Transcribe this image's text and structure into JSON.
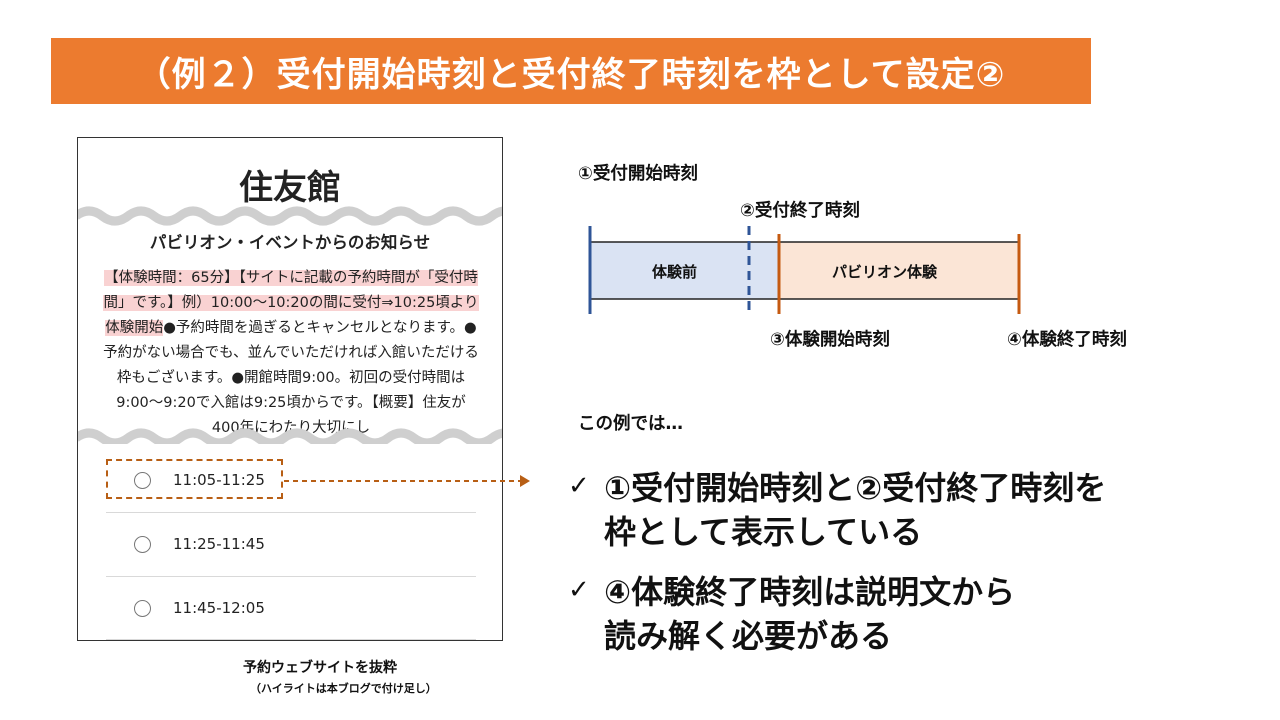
{
  "banner": {
    "title": "（例２）受付開始時刻と受付終了時刻を枠として設定②"
  },
  "website": {
    "title": "住友館",
    "heading": "パビリオン・イベントからのお知らせ",
    "body_highlight": "【体験時間：65分】【サイトに記載の予約時間が「受付時間」です。】例）10:00〜10:20の間に受付⇒10:25頃より体験開始",
    "body_rest": "●予約時間を過ぎるとキャンセルとなります。●予約がない場合でも、並んでいただければ入館いただける枠もございます。●開館時間9:00。初回の受付時間は9:00〜9:20で入館は9:25頃からです。【概要】住友が400年にわたり大切にし",
    "slots": [
      "11:05-11:25",
      "11:25-11:45",
      "11:45-12:05"
    ],
    "caption": "予約ウェブサイトを抜粋",
    "caption_note": "（ハイライトは本ブログで付け足し）"
  },
  "timeline": {
    "label_1": "①受付開始時刻",
    "label_2": "②受付終了時刻",
    "label_3": "③体験開始時刻",
    "label_4": "④体験終了時刻",
    "segment_before": "体験前",
    "segment_experience": "パビリオン体験",
    "colors": {
      "before_fill": "#dae3f3",
      "experience_fill": "#fbe5d6",
      "blue_line": "#2f5597",
      "orange_line": "#c55a11"
    }
  },
  "notes": {
    "lead": "この例では…",
    "check_icon": "✓",
    "point1_line1": "①受付開始時刻と②受付終了時刻を",
    "point1_line2": "枠として表示している",
    "point2_line1": "④体験終了時刻は説明文から",
    "point2_line2": "読み解く必要がある"
  }
}
